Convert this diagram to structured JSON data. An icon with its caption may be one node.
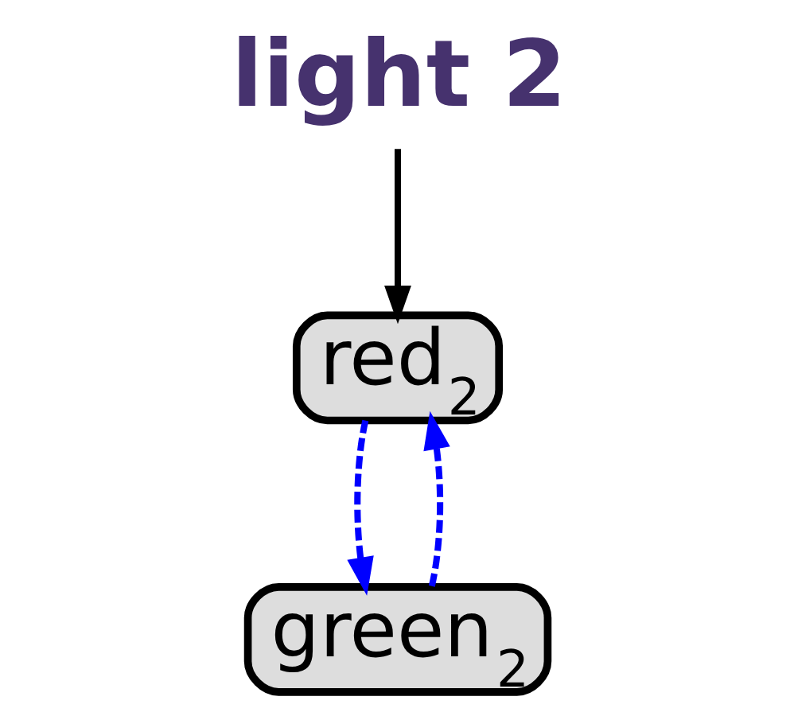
{
  "diagram": {
    "title": "light 2",
    "nodes": [
      {
        "text": [
          "red$_{2}$"
        ]
      },
      {
        "text": [
          "green$_{2}$"
        ]
      }
    ],
    "edges": [
      {
        "from": null,
        "to": 0,
        "arrow": "to",
        "color": "#000000"
      },
      {
        "from": 0,
        "to": 1,
        "arrow": "to",
        "style": "dashed",
        "color": "#0000ff"
      },
      {
        "from": 1,
        "to": 0,
        "arrow": "to",
        "style": "dashed",
        "color": "#0000ff"
      }
    ]
  }
}
